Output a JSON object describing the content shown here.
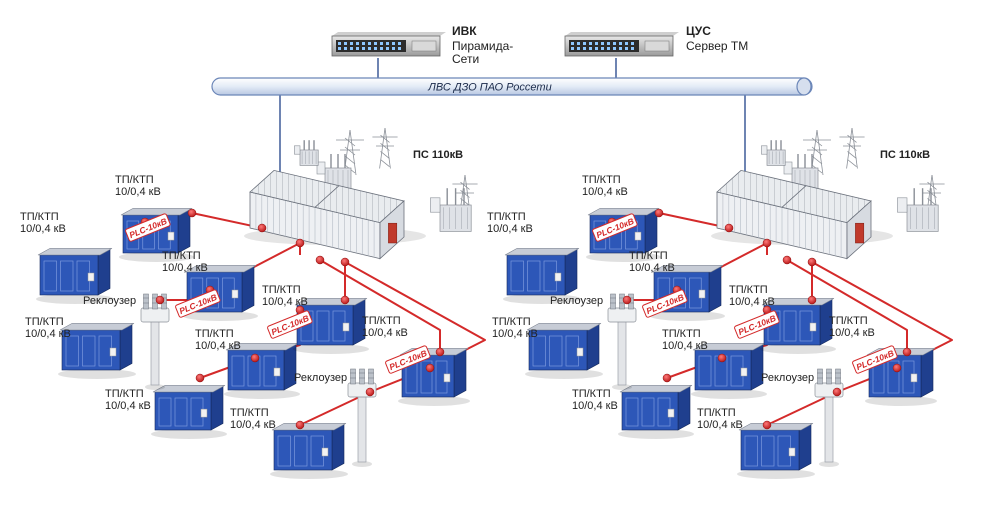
{
  "servers": [
    {
      "title": "ИВК",
      "lines": [
        "Пирамида-",
        "Сети"
      ]
    },
    {
      "title": "ЦУС",
      "lines": [
        "Сервер ТМ"
      ]
    }
  ],
  "bus_label": "ЛВС ДЗО ПАО Россети",
  "substation_label": "ПС 110кВ",
  "tp_label": [
    "ТП/КТП",
    "10/0,4 кВ"
  ],
  "recloser_label": "Реклоузер",
  "plc_label": "PLC-10кВ",
  "colors": {
    "line": "#d42a2a",
    "node": "#d21e1e",
    "box_front": "#2d57b8",
    "box_side": "#1f3f8e",
    "box_roof": "#c7ccd6",
    "bus_fill": "#eef3f9",
    "bus_stroke": "#6b86b8"
  }
}
